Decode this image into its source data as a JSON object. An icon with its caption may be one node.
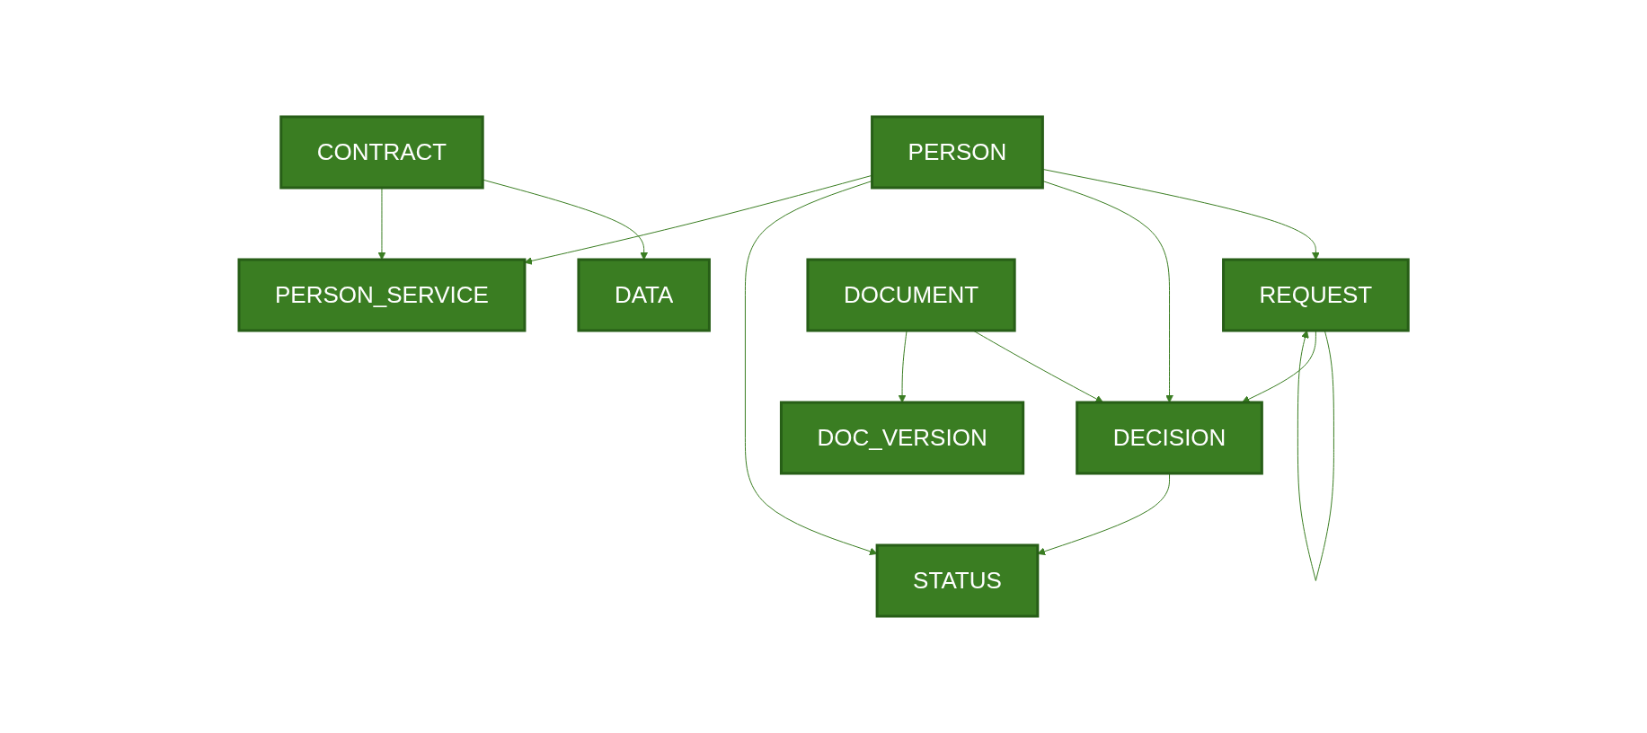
{
  "diagram": {
    "nodes": [
      {
        "text": [
          "PERSON"
        ]
      },
      {
        "text": [
          "CONTRACT"
        ]
      },
      {
        "text": [
          "DATA"
        ]
      },
      {
        "text": [
          "REQUEST"
        ]
      },
      {
        "text": [
          "DECISION"
        ]
      },
      {
        "text": [
          "STATUS"
        ]
      },
      {
        "text": [
          "PERSON_SERVICE"
        ]
      },
      {
        "text": [
          "DOCUMENT"
        ]
      },
      {
        "text": [
          "DOC_VERSION"
        ]
      }
    ],
    "edges": [
      {
        "from": 0,
        "to": 3,
        "arrow": "to"
      },
      {
        "from": 0,
        "to": 4,
        "arrow": "to"
      },
      {
        "from": 0,
        "to": 5,
        "arrow": "to"
      },
      {
        "from": 0,
        "to": 6,
        "arrow": "to"
      },
      {
        "from": 1,
        "to": 2,
        "arrow": "to"
      },
      {
        "from": 1,
        "to": 6,
        "arrow": "to"
      },
      {
        "from": 3,
        "to": 3,
        "arrow": "to"
      },
      {
        "from": 3,
        "to": 4,
        "arrow": "to"
      },
      {
        "from": 4,
        "to": 5,
        "arrow": "to"
      },
      {
        "from": 7,
        "to": 4,
        "arrow": "to"
      },
      {
        "from": 7,
        "to": 8,
        "arrow": "to"
      }
    ]
  }
}
